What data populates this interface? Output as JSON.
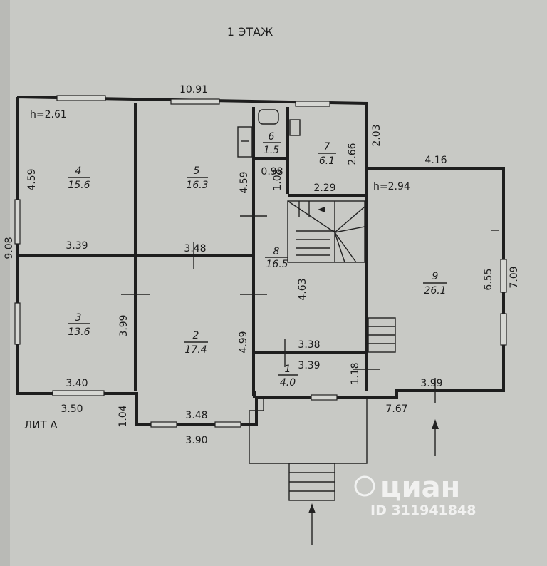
{
  "plan": {
    "title": "1 ЭТАЖ",
    "litera": "ЛИТ А",
    "ceiling_heights": [
      {
        "id": "h-main",
        "text": "h=2.61"
      },
      {
        "id": "h-room9",
        "text": "h=2.94"
      }
    ],
    "rooms": [
      {
        "number": "1",
        "area": "4.0"
      },
      {
        "number": "2",
        "area": "17.4"
      },
      {
        "number": "3",
        "area": "13.6"
      },
      {
        "number": "4",
        "area": "15.6"
      },
      {
        "number": "5",
        "area": "16.3"
      },
      {
        "number": "6",
        "area": "1.5"
      },
      {
        "number": "7",
        "area": "6.1"
      },
      {
        "number": "8",
        "area": "16.5"
      },
      {
        "number": "9",
        "area": "26.1"
      }
    ],
    "dimensions": [
      "10.91",
      "9.08",
      "4.59",
      "4.59",
      "3.39",
      "3.48",
      "3.99",
      "4.99",
      "3.40",
      "3.50",
      "1.04",
      "3.48",
      "3.90",
      "2.03",
      "2.66",
      "0.98",
      "1.08",
      "2.29",
      "4.16",
      "6.55",
      "7.09",
      "4.63",
      "3.38",
      "3.39",
      "1.18",
      "3.99",
      "7.67"
    ],
    "watermark": {
      "brand": "циан",
      "id_text": "ID 311941848"
    }
  }
}
